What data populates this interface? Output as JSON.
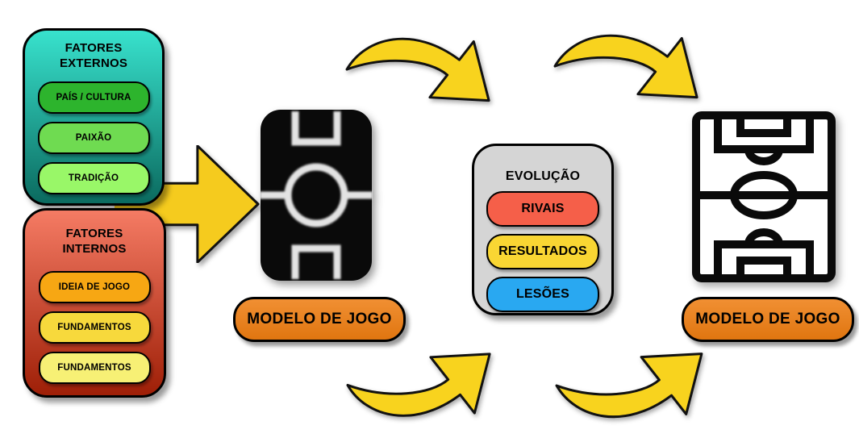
{
  "canvas": {
    "background": "#FFFFFF"
  },
  "external_factors": {
    "title": "FATORES\nEXTERNOS",
    "colors": {
      "top": "#38E2CD",
      "bottom": "#0B6A5F"
    },
    "items": [
      {
        "label": "PAÍS / CULTURA",
        "color": "#2DB42D"
      },
      {
        "label": "PAIXÃO",
        "color": "#6FDB51"
      },
      {
        "label": "TRADIÇÃO",
        "color": "#99F768"
      }
    ]
  },
  "internal_factors": {
    "title": "FATORES\nINTERNOS",
    "colors": {
      "top": "#F57B64",
      "bottom": "#9E1F07"
    },
    "items": [
      {
        "label": "IDEIA DE JOGO",
        "color": "#F7A713"
      },
      {
        "label": "FUNDAMENTOS",
        "color": "#F7D93C"
      },
      {
        "label": "FUNDAMENTOS",
        "color": "#F7F075"
      }
    ]
  },
  "evolution": {
    "title": "EVOLUÇÃO",
    "colors": {
      "background": "#D5D5D5"
    },
    "items": [
      {
        "label": "RIVAIS",
        "color": "#F55F49"
      },
      {
        "label": "RESULTADOS",
        "color": "#F9D633"
      },
      {
        "label": "LESÕES",
        "color": "#29A8F1"
      }
    ]
  },
  "model_stage_1": {
    "label": "MODELO DE JOGO",
    "color": "#EE7D11",
    "icon": "soccer-field-filled"
  },
  "model_stage_2": {
    "label": "MODELO DE JOGO",
    "color": "#EE7D11",
    "icon": "soccer-field-outline"
  },
  "arrows": {
    "curved_color": "#F8D31E",
    "block_color": "#F5CB1E"
  }
}
